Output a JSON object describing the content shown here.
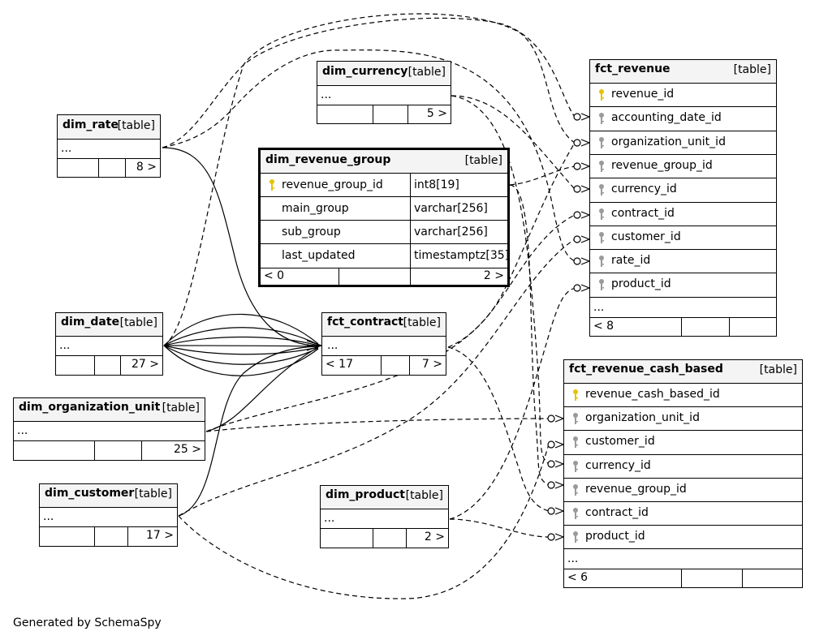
{
  "tables": {
    "dim_rate": {
      "name": "dim_rate",
      "type": "[table]",
      "ellipsis": "...",
      "children": "8 >"
    },
    "dim_currency": {
      "name": "dim_currency",
      "type": "[table]",
      "ellipsis": "...",
      "children": "5 >"
    },
    "dim_revenue_group": {
      "name": "dim_revenue_group",
      "type": "[table]",
      "columns": [
        {
          "name": "revenue_group_id",
          "type": "int8[19]",
          "key": "primary"
        },
        {
          "name": "main_group",
          "type": "varchar[256]",
          "key": "none"
        },
        {
          "name": "sub_group",
          "type": "varchar[256]",
          "key": "none"
        },
        {
          "name": "last_updated",
          "type": "timestamptz[35]",
          "key": "none"
        }
      ],
      "parents": "< 0",
      "children": "2 >"
    },
    "dim_date": {
      "name": "dim_date",
      "type": "[table]",
      "ellipsis": "...",
      "children": "27 >"
    },
    "fct_contract": {
      "name": "fct_contract",
      "type": "[table]",
      "ellipsis": "...",
      "parents": "< 17",
      "children": "7 >"
    },
    "dim_organization_unit": {
      "name": "dim_organization_unit",
      "type": "[table]",
      "ellipsis": "...",
      "children": "25 >"
    },
    "dim_customer": {
      "name": "dim_customer",
      "type": "[table]",
      "ellipsis": "...",
      "children": "17 >"
    },
    "dim_product": {
      "name": "dim_product",
      "type": "[table]",
      "ellipsis": "...",
      "children": "2 >"
    },
    "fct_revenue": {
      "name": "fct_revenue",
      "type": "[table]",
      "columns": [
        {
          "name": "revenue_id",
          "key": "primary"
        },
        {
          "name": "accounting_date_id",
          "key": "foreign"
        },
        {
          "name": "organization_unit_id",
          "key": "foreign"
        },
        {
          "name": "revenue_group_id",
          "key": "foreign"
        },
        {
          "name": "currency_id",
          "key": "foreign"
        },
        {
          "name": "contract_id",
          "key": "foreign"
        },
        {
          "name": "customer_id",
          "key": "foreign"
        },
        {
          "name": "rate_id",
          "key": "foreign"
        },
        {
          "name": "product_id",
          "key": "foreign"
        }
      ],
      "ellipsis": "...",
      "parents": "< 8"
    },
    "fct_revenue_cash_based": {
      "name": "fct_revenue_cash_based",
      "type": "[table]",
      "columns": [
        {
          "name": "revenue_cash_based_id",
          "key": "primary"
        },
        {
          "name": "organization_unit_id",
          "key": "foreign"
        },
        {
          "name": "customer_id",
          "key": "foreign"
        },
        {
          "name": "currency_id",
          "key": "foreign"
        },
        {
          "name": "revenue_group_id",
          "key": "foreign"
        },
        {
          "name": "contract_id",
          "key": "foreign"
        },
        {
          "name": "product_id",
          "key": "foreign"
        }
      ],
      "ellipsis": "...",
      "parents": "< 6"
    }
  },
  "colors": {
    "primary_key": "#e6c200",
    "foreign_key": "#9a9a9a",
    "header_bg": "#f4f4f4"
  },
  "footer": "Generated by SchemaSpy"
}
